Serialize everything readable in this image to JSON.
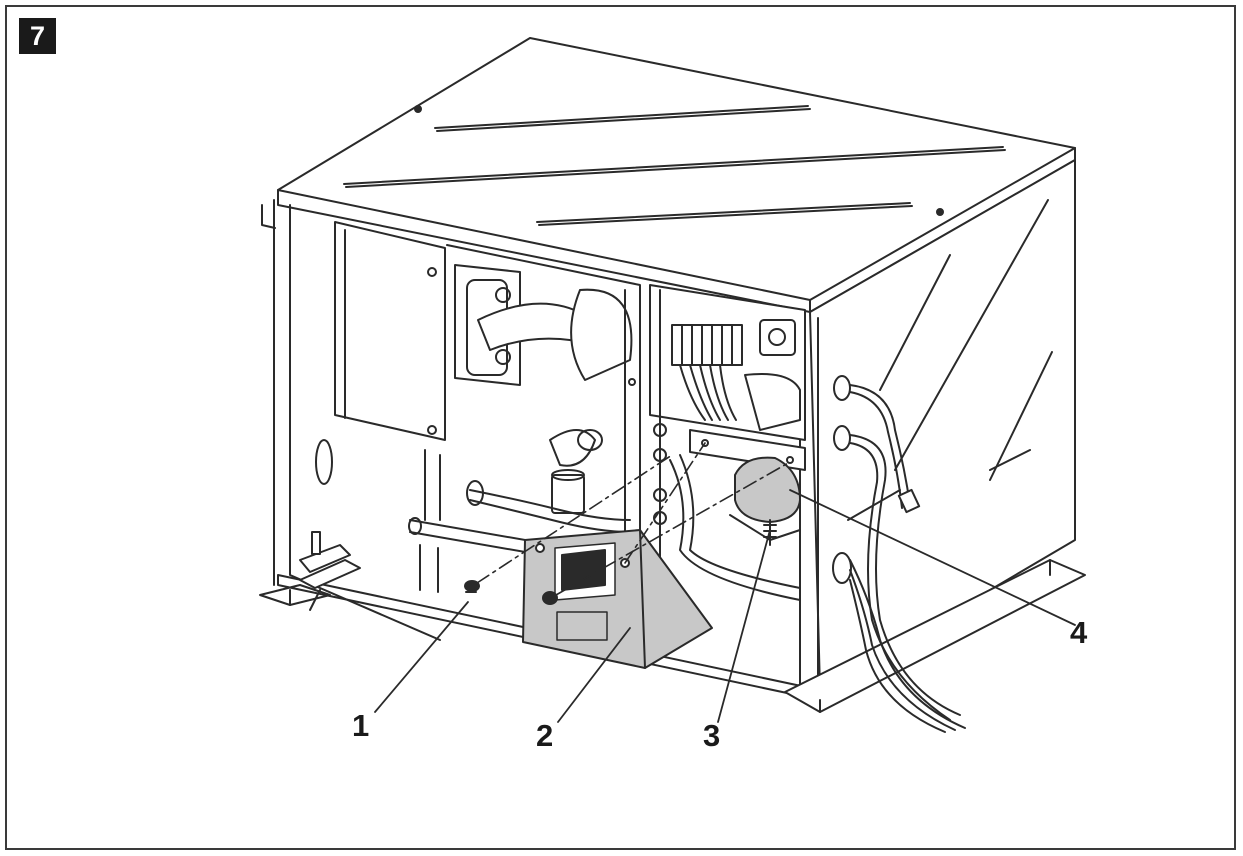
{
  "figure": {
    "number": "7"
  },
  "callouts": [
    {
      "label": "1",
      "part": "screw"
    },
    {
      "label": "2",
      "part": "cover"
    },
    {
      "label": "3",
      "part": "screw"
    },
    {
      "label": "4",
      "part": "round cover"
    }
  ],
  "colors": {
    "line": "#2a2a2a",
    "highlight_fill": "#c8c8c8",
    "badge": "#1a1a1a"
  }
}
